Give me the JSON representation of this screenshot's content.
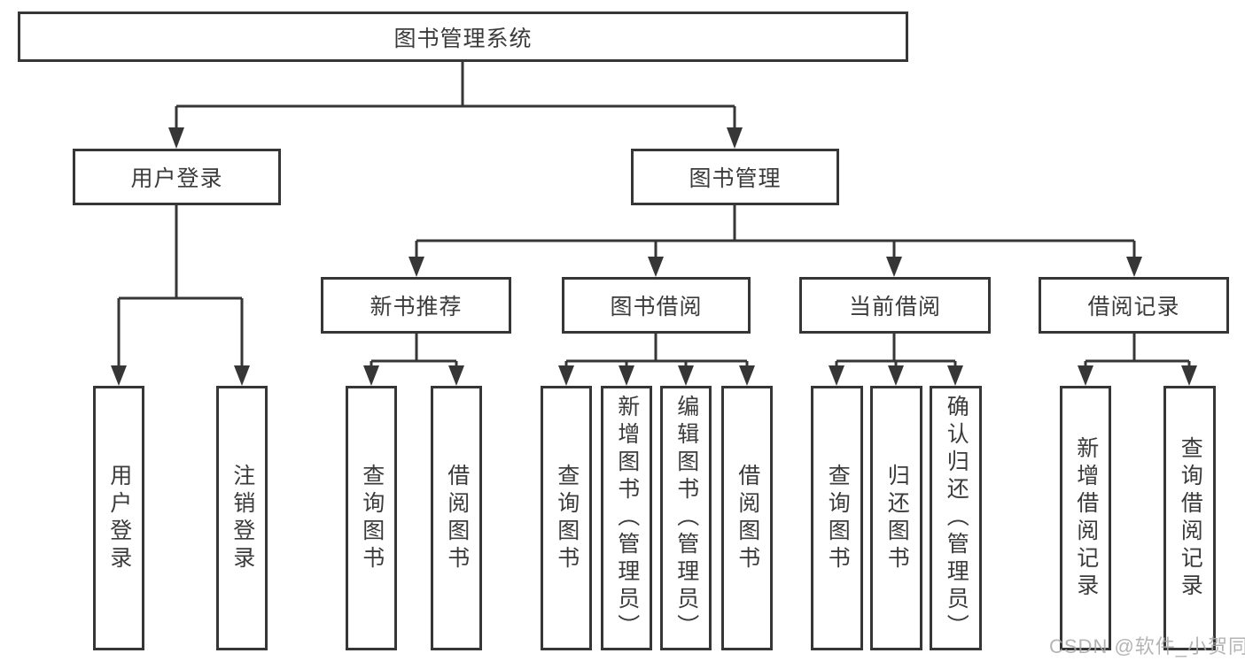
{
  "diagram": {
    "root": "图书管理系统",
    "level1": [
      "用户登录",
      "图书管理"
    ],
    "level2": [
      "新书推荐",
      "图书借阅",
      "当前借阅",
      "借阅记录"
    ],
    "leaves": {
      "user_login": [
        "用户登录",
        "注销登录"
      ],
      "new_book_rec": [
        "查询图书",
        "借阅图书"
      ],
      "book_borrow": [
        "查询图书",
        "新增图书（管理员）",
        "编辑图书（管理员）",
        "借阅图书"
      ],
      "current_borrow": [
        "查询图书",
        "归还图书",
        "确认归还（管理员）"
      ],
      "borrow_records": [
        "新增借阅记录",
        "查询借阅记录"
      ]
    }
  },
  "watermark": "CSDN @软件_小贺同学",
  "colors": {
    "line": "#363636",
    "text": "#3b3b3b",
    "watermark": "#a8a8a8",
    "background": "#ffffff"
  }
}
